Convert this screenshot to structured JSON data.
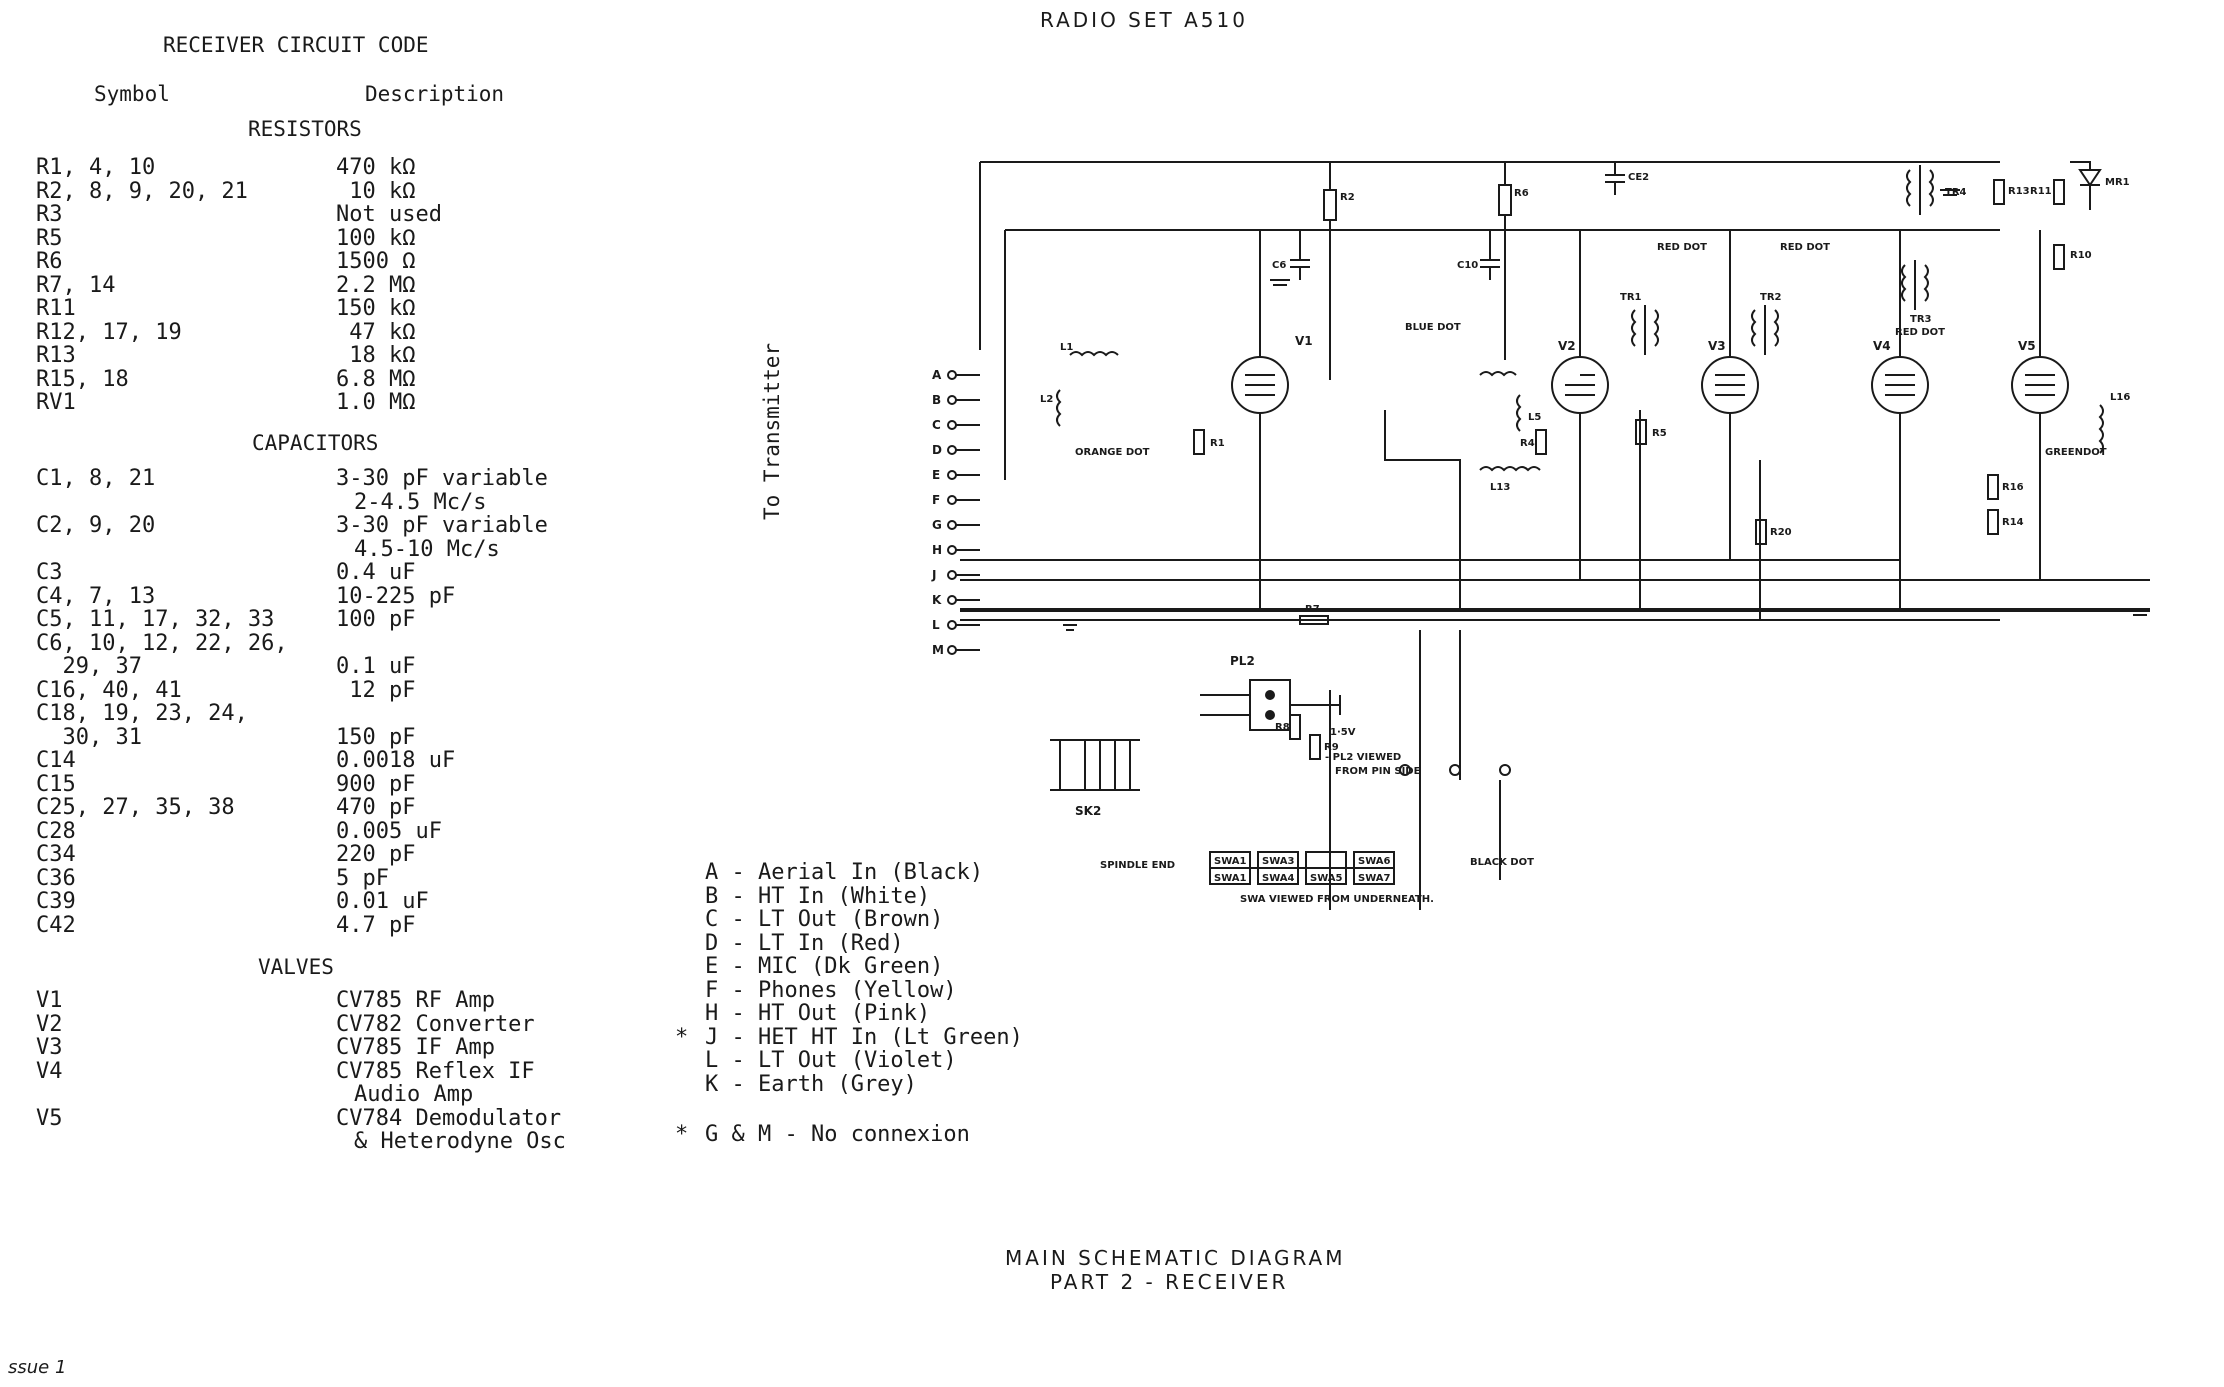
{
  "header": {
    "title": "RADIO  SET  A510"
  },
  "code": {
    "title": "RECEIVER CIRCUIT CODE",
    "col_symbol": "Symbol",
    "col_description": "Description",
    "sections": {
      "resistors": "RESISTORS",
      "capacitors": "CAPACITORS",
      "valves": "VALVES"
    },
    "resistors": [
      {
        "symbol": "R1, 4, 10",
        "description": "470 kΩ"
      },
      {
        "symbol": "R2, 8, 9, 20, 21",
        "description": " 10 kΩ"
      },
      {
        "symbol": "R3",
        "description": "Not used"
      },
      {
        "symbol": "R5",
        "description": "100 kΩ"
      },
      {
        "symbol": "R6",
        "description": "1500 Ω"
      },
      {
        "symbol": "R7, 14",
        "description": "2.2 MΩ"
      },
      {
        "symbol": "R11",
        "description": "150 kΩ"
      },
      {
        "symbol": "R12, 17, 19",
        "description": " 47 kΩ"
      },
      {
        "symbol": "R13",
        "description": " 18 kΩ"
      },
      {
        "symbol": "R15, 18",
        "description": "6.8 MΩ"
      },
      {
        "symbol": "RV1",
        "description": "1.0 MΩ"
      }
    ],
    "capacitors": [
      {
        "symbol": "C1, 8, 21",
        "description": "3-30 pF variable",
        "description2": "2-4.5 Mc/s"
      },
      {
        "symbol": "C2, 9, 20",
        "description": "3-30 pF variable",
        "description2": "4.5-10 Mc/s"
      },
      {
        "symbol": "C3",
        "description": "0.4 uF"
      },
      {
        "symbol": "C4, 7, 13",
        "description": "10-225 pF"
      },
      {
        "symbol": "C5, 11, 17, 32, 33",
        "description": "100 pF"
      },
      {
        "symbol": "C6, 10, 12, 22, 26,",
        "description": ""
      },
      {
        "symbol": "  29, 37",
        "description": "0.1 uF"
      },
      {
        "symbol": "C16, 40, 41",
        "description": " 12 pF"
      },
      {
        "symbol": "C18, 19, 23, 24,",
        "description": ""
      },
      {
        "symbol": "  30, 31",
        "description": "150 pF"
      },
      {
        "symbol": "C14",
        "description": "0.0018 uF"
      },
      {
        "symbol": "C15",
        "description": "900 pF"
      },
      {
        "symbol": "C25, 27, 35, 38",
        "description": "470 pF"
      },
      {
        "symbol": "C28",
        "description": "0.005 uF"
      },
      {
        "symbol": "C34",
        "description": "220 pF"
      },
      {
        "symbol": "C36",
        "description": "5 pF"
      },
      {
        "symbol": "C39",
        "description": "0.01 uF"
      },
      {
        "symbol": "C42",
        "description": "4.7 pF"
      }
    ],
    "valves": [
      {
        "symbol": "V1",
        "description": "CV785 RF Amp"
      },
      {
        "symbol": "V2",
        "description": "CV782 Converter"
      },
      {
        "symbol": "V3",
        "description": "CV785 IF Amp"
      },
      {
        "symbol": "V4",
        "description": "CV785 Reflex IF",
        "description2": "Audio Amp"
      },
      {
        "symbol": "V5",
        "description": "CV784 Demodulator",
        "description2": "& Heterodyne Osc"
      }
    ]
  },
  "legend": {
    "items": [
      {
        "star": "",
        "text": "A - Aerial In (Black)"
      },
      {
        "star": "",
        "text": "B - HT In (White)"
      },
      {
        "star": "",
        "text": "C - LT Out (Brown)"
      },
      {
        "star": "",
        "text": "D - LT In (Red)"
      },
      {
        "star": "",
        "text": "E - MIC (Dk Green)"
      },
      {
        "star": "",
        "text": "F - Phones (Yellow)"
      },
      {
        "star": "",
        "text": "H - HT Out (Pink)"
      },
      {
        "star": "*",
        "text": "J - HET HT In (Lt Green)"
      },
      {
        "star": "",
        "text": "L - LT Out (Violet)"
      },
      {
        "star": "",
        "text": "K - Earth (Grey)"
      }
    ],
    "note_star": "*",
    "note": "G & M - No connexion"
  },
  "side_label": "To Transmitter",
  "schematic": {
    "terminals": [
      "A",
      "B",
      "C",
      "D",
      "E",
      "F",
      "G",
      "H",
      "J",
      "K",
      "L",
      "M"
    ],
    "valves": [
      "V1",
      "V2",
      "V3",
      "V4",
      "V5"
    ],
    "pl2_label": "PL2",
    "pl2_note": "- PL2 VIEWED",
    "pl2_note2": "FROM PIN SIDE",
    "sk2_label": "SK2",
    "sw_note": "SWA VIEWED FROM UNDERNEATH.",
    "spindle": "SPINDLE END",
    "switch_cells_top": [
      "SWA1",
      "SWA3",
      "",
      "SWA6"
    ],
    "switch_cells_bottom": [
      "SWA1",
      "SWA4",
      "SWA5",
      "SWA7"
    ],
    "labels": {
      "orange_dot": "ORANGE DOT",
      "blue_dot": "BLUE DOT",
      "red_dot_1": "RED DOT",
      "red_dot_2": "RED DOT",
      "red_dot_3": "RED DOT",
      "black_dot": "BLACK DOT",
      "green_dot": "GREENDOT",
      "battery": "1·5V"
    }
  },
  "footer": {
    "title1": "MAIN  SCHEMATIC  DIAGRAM",
    "title2": "PART 2 - RECEIVER",
    "issue": "ssue 1"
  }
}
